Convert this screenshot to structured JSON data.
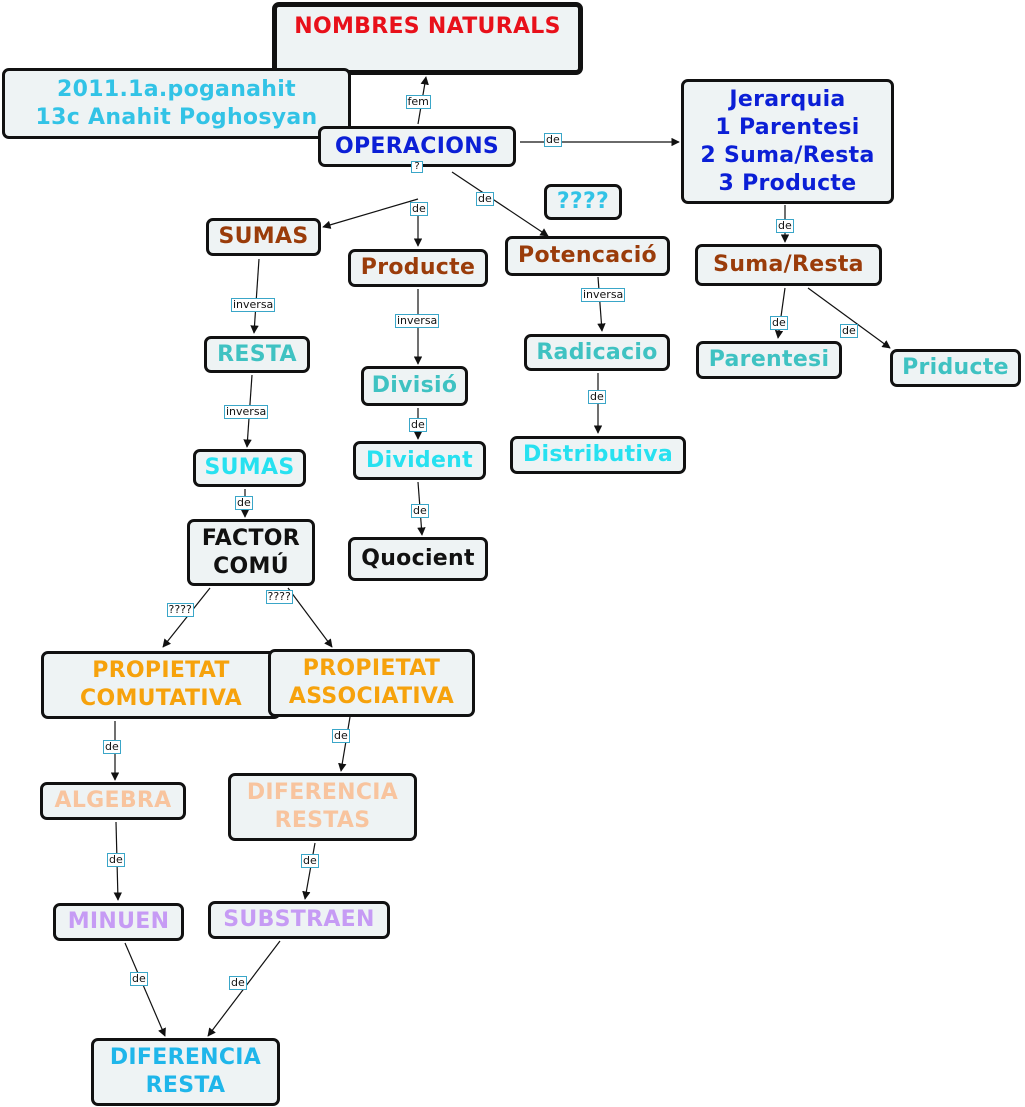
{
  "colors": {
    "red": "#e8101a",
    "blue": "#0b1fd6",
    "cyan": "#32c3e6",
    "teal": "#3fc2c2",
    "aqua": "#27e1f0",
    "brown": "#9a3c0a",
    "black": "#111111",
    "orange": "#f6a20c",
    "peach": "#f8c49e",
    "lilac": "#c69bf4",
    "skyblue": "#1fb6ea"
  },
  "nodes": [
    {
      "id": "nombres",
      "text": "NOMBRES NATURALS",
      "color": "red"
    },
    {
      "id": "author",
      "text": "2011.1a.poganahit\n 13c Anahit Poghosyan",
      "color": "cyan"
    },
    {
      "id": "operacions",
      "text": "OPERACIONS",
      "color": "blue"
    },
    {
      "id": "jerarquia",
      "text": "Jerarquia\n1 Parentesi\n2 Suma/Resta\n3 Producte",
      "color": "blue"
    },
    {
      "id": "q4top",
      "text": "????",
      "color": "cyan"
    },
    {
      "id": "sumas1",
      "text": "SUMAS",
      "color": "brown"
    },
    {
      "id": "producte",
      "text": "Producte",
      "color": "brown"
    },
    {
      "id": "potencacio",
      "text": "Potencació",
      "color": "brown"
    },
    {
      "id": "sumaresta",
      "text": "Suma/Resta",
      "color": "brown"
    },
    {
      "id": "resta",
      "text": "RESTA",
      "color": "teal"
    },
    {
      "id": "divisio",
      "text": "Divisió",
      "color": "teal"
    },
    {
      "id": "radicacio",
      "text": "Radicacio",
      "color": "teal"
    },
    {
      "id": "parentesi",
      "text": "Parentesi",
      "color": "teal"
    },
    {
      "id": "priducte",
      "text": "Priducte",
      "color": "teal"
    },
    {
      "id": "sumas2",
      "text": "SUMAS",
      "color": "aqua"
    },
    {
      "id": "divident",
      "text": "Divident",
      "color": "aqua"
    },
    {
      "id": "distributiva",
      "text": "Distributiva",
      "color": "aqua"
    },
    {
      "id": "factor",
      "text": "FACTOR\nCOMÚ",
      "color": "black"
    },
    {
      "id": "quocient",
      "text": "Quocient",
      "color": "black"
    },
    {
      "id": "comutativa",
      "text": "PROPIETAT\nCOMUTATIVA",
      "color": "orange"
    },
    {
      "id": "associativa",
      "text": "PROPIETAT\nASSOCIATIVA",
      "color": "orange"
    },
    {
      "id": "algebra",
      "text": "ALGEBRA",
      "color": "peach"
    },
    {
      "id": "diferencia_restas",
      "text": "DIFERENCIA\nRESTAS",
      "color": "peach"
    },
    {
      "id": "minuen",
      "text": "MINUEN",
      "color": "lilac"
    },
    {
      "id": "substraen",
      "text": "SUBSTRAEN",
      "color": "lilac"
    },
    {
      "id": "diferencia_resta",
      "text": "DIFERENCIA\nRESTA",
      "color": "skyblue"
    }
  ],
  "edges": [
    {
      "from": "operacions",
      "to": "nombres",
      "label": "fem"
    },
    {
      "from": "operacions",
      "to": "jerarquia",
      "label": "de"
    },
    {
      "from": "operacions",
      "to": "sumas1",
      "label": "de"
    },
    {
      "from": "operacions",
      "to": "producte",
      "label": "de"
    },
    {
      "from": "operacions",
      "to": "potencacio",
      "label": "de"
    },
    {
      "from": "jerarquia",
      "to": "sumaresta",
      "label": "de"
    },
    {
      "from": "sumaresta",
      "to": "parentesi",
      "label": "de"
    },
    {
      "from": "sumaresta",
      "to": "priducte",
      "label": "de"
    },
    {
      "from": "sumas1",
      "to": "resta",
      "label": "inversa"
    },
    {
      "from": "resta",
      "to": "sumas2",
      "label": "inversa"
    },
    {
      "from": "sumas2",
      "to": "factor",
      "label": "de"
    },
    {
      "from": "producte",
      "to": "divisio",
      "label": "inversa"
    },
    {
      "from": "divisio",
      "to": "divident",
      "label": "de"
    },
    {
      "from": "divident",
      "to": "quocient",
      "label": "de"
    },
    {
      "from": "potencacio",
      "to": "radicacio",
      "label": "inversa"
    },
    {
      "from": "radicacio",
      "to": "distributiva",
      "label": "de"
    },
    {
      "from": "factor",
      "to": "comutativa",
      "label": "????"
    },
    {
      "from": "factor",
      "to": "associativa",
      "label": "????"
    },
    {
      "from": "comutativa",
      "to": "algebra",
      "label": "de"
    },
    {
      "from": "associativa",
      "to": "diferencia_restas",
      "label": "de"
    },
    {
      "from": "algebra",
      "to": "minuen",
      "label": "de"
    },
    {
      "from": "diferencia_restas",
      "to": "substraen",
      "label": "de"
    },
    {
      "from": "minuen",
      "to": "diferencia_resta",
      "label": "de"
    },
    {
      "from": "substraen",
      "to": "diferencia_resta",
      "label": "de"
    }
  ],
  "marker": "?"
}
